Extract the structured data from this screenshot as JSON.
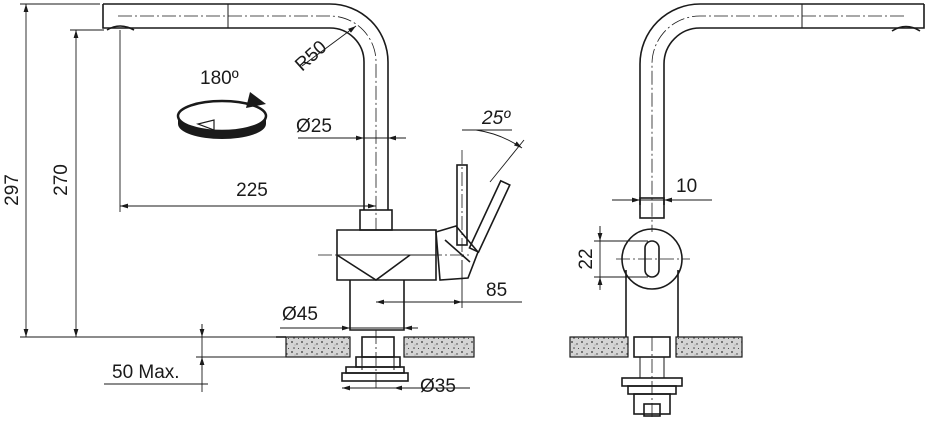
{
  "dimensions": {
    "total_height": "297",
    "spout_height": "270",
    "spout_reach": "225",
    "bend_radius": "R50",
    "spout_diameter": "Ø25",
    "rotation": "180º",
    "lever_angle": "25º",
    "lever_offset": "85",
    "base_diameter": "Ø45",
    "mount_hole": "Ø35",
    "counter_thickness": "50 Max.",
    "side_lever_width": "10",
    "side_lever_height": "22"
  }
}
